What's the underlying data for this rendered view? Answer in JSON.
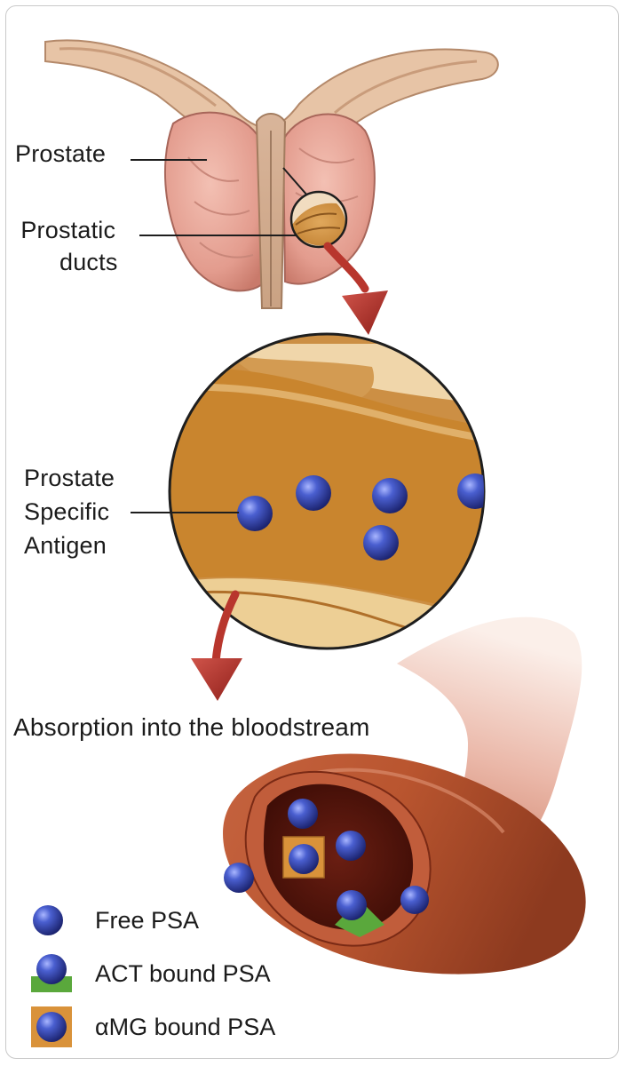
{
  "labels": {
    "prostate": "Prostate",
    "prostatic_ducts_line1": "Prostatic",
    "prostatic_ducts_line2": "ducts",
    "psa_line1": "Prostate",
    "psa_line2": "Specific",
    "psa_line3": "Antigen",
    "absorption": "Absorption into the bloodstream"
  },
  "legend": [
    {
      "icon": "free-psa-sphere-icon",
      "label": "Free PSA"
    },
    {
      "icon": "act-bound-psa-icon",
      "label": "ACT bound PSA"
    },
    {
      "icon": "amg-bound-psa-icon",
      "label": "αMG bound PSA"
    }
  ],
  "colors": {
    "psa_blue": "#3a4fb8",
    "act_green": "#5aa83c",
    "amg_orange": "#d9923a",
    "arrow_red": "#b8362d",
    "prostate_pink": "#e8a79b",
    "duct_tan": "#d9a050",
    "vessel_red": "#a9472c"
  }
}
